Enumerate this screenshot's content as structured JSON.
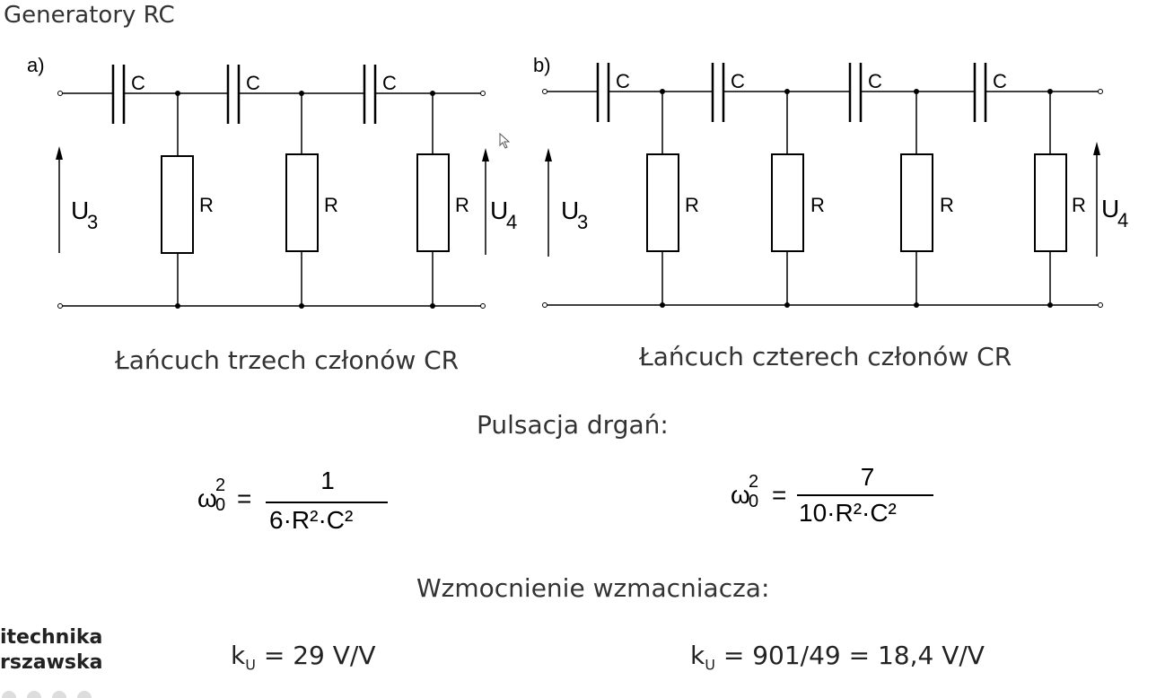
{
  "title": "Generatory RC",
  "circuit_a": {
    "label": "a)",
    "capacitor_label": "C",
    "resistor_label": "R",
    "input_label": "U",
    "input_sub": "3",
    "output_label": "U",
    "output_sub": "4",
    "caption": "Łańcuch trzech członów CR"
  },
  "circuit_b": {
    "label": "b)",
    "capacitor_label": "C",
    "resistor_label": "R",
    "input_label": "U",
    "input_sub": "3",
    "output_label": "U",
    "output_sub": "4",
    "caption": "Łańcuch czterech członów CR"
  },
  "pulsation": {
    "heading": "Pulsacja drgań:",
    "formula_a": {
      "lhs": "ω",
      "lhs_sup": "2",
      "lhs_sub": "0",
      "equals": "=",
      "numerator": "1",
      "denominator": "6·R²·C²"
    },
    "formula_b": {
      "lhs": "ω",
      "lhs_sup": "2",
      "lhs_sub": "0",
      "equals": "=",
      "numerator": "7",
      "denominator": "10·R²·C²"
    }
  },
  "gain": {
    "heading": "Wzmocnienie wzmacniacza:",
    "a": {
      "symbol": "k",
      "sub": "U",
      "value": " = 29 V/V"
    },
    "b": {
      "symbol": "k",
      "sub": "U",
      "value": " = 901/49 = 18,4 V/V"
    }
  },
  "logo": {
    "line1": "itechnika",
    "line2": "rszawska"
  }
}
